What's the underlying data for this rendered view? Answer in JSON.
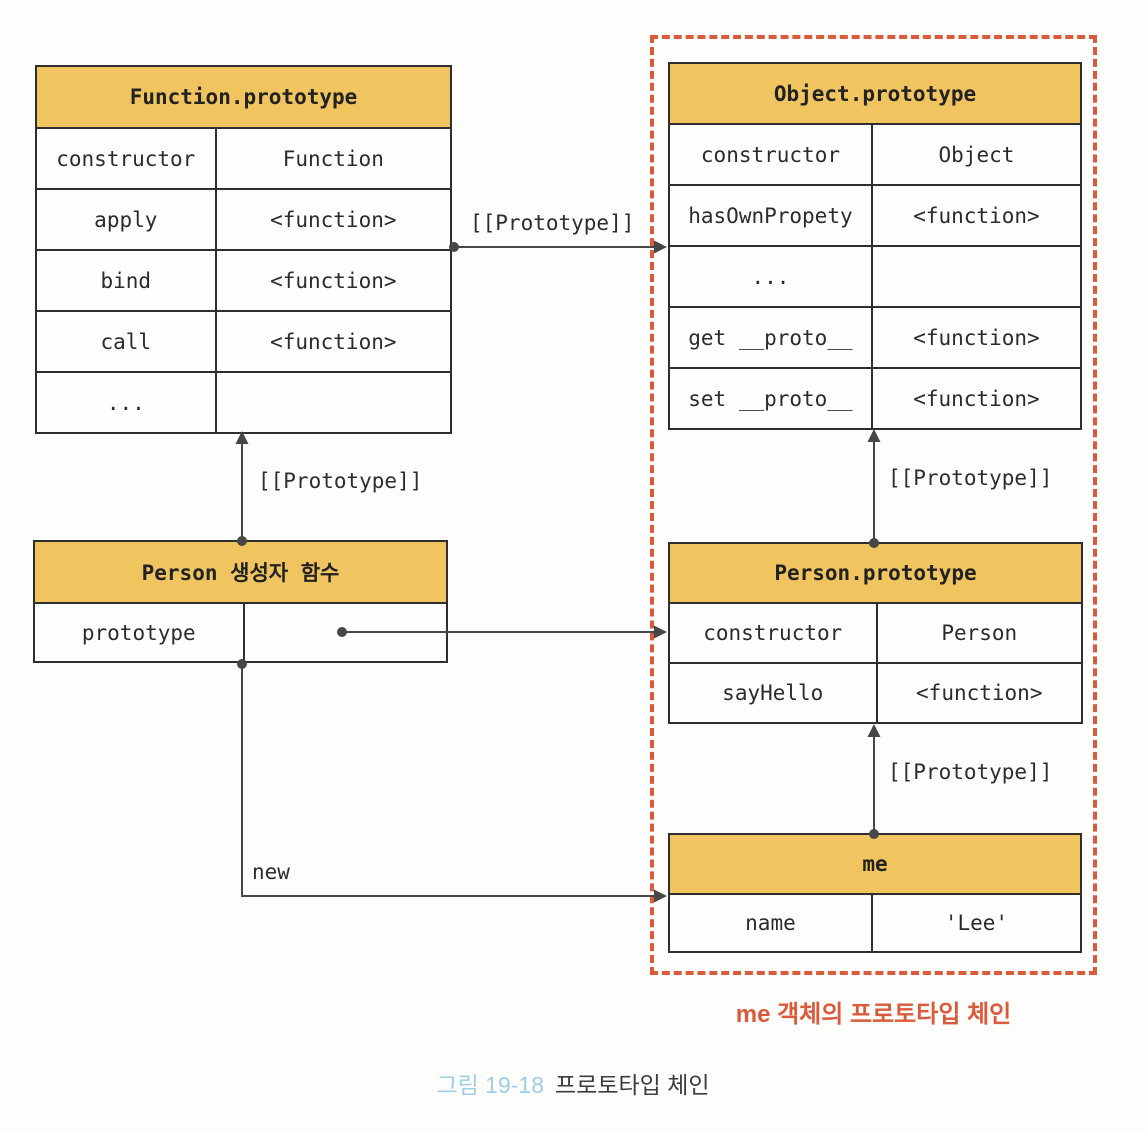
{
  "colors": {
    "header_bg": "#f0c45f",
    "table_border": "#2f2f2f",
    "connector_line": "#474747",
    "dashed_box": "#dc5a3c",
    "chain_caption": "#dc5a3c",
    "figure_number_blue": "#9fcde6",
    "figure_title_dark": "#3c3c3c",
    "background": "#fdfdfb"
  },
  "tables": {
    "function_prototype": {
      "title": "Function.prototype",
      "rows": [
        {
          "key": "constructor",
          "value": "Function"
        },
        {
          "key": "apply",
          "value": "<function>"
        },
        {
          "key": "bind",
          "value": "<function>"
        },
        {
          "key": "call",
          "value": "<function>"
        },
        {
          "key": "...",
          "value": ""
        }
      ]
    },
    "object_prototype": {
      "title": "Object.prototype",
      "rows": [
        {
          "key": "constructor",
          "value": "Object"
        },
        {
          "key": "hasOwnPropety",
          "value": "<function>"
        },
        {
          "key": "...",
          "value": ""
        },
        {
          "key": "get __proto__",
          "value": "<function>"
        },
        {
          "key": "set __proto__",
          "value": "<function>"
        }
      ]
    },
    "person_constructor": {
      "title": "Person 생성자 함수",
      "rows": [
        {
          "key": "prototype",
          "value": ""
        }
      ]
    },
    "person_prototype": {
      "title": "Person.prototype",
      "rows": [
        {
          "key": "constructor",
          "value": "Person"
        },
        {
          "key": "sayHello",
          "value": "<function>"
        }
      ]
    },
    "me": {
      "title": "me",
      "rows": [
        {
          "key": "name",
          "value": "'Lee'"
        }
      ]
    }
  },
  "labels": {
    "proto_link_top": "[[Prototype]]",
    "proto_link_left": "[[Prototype]]",
    "proto_link_right_upper": "[[Prototype]]",
    "proto_link_right_lower": "[[Prototype]]",
    "new_link": "new",
    "chain_caption": "me 객체의 프로토타입 체인",
    "figure_number": "그림 19-18",
    "figure_title": "프로토타입 체인"
  }
}
